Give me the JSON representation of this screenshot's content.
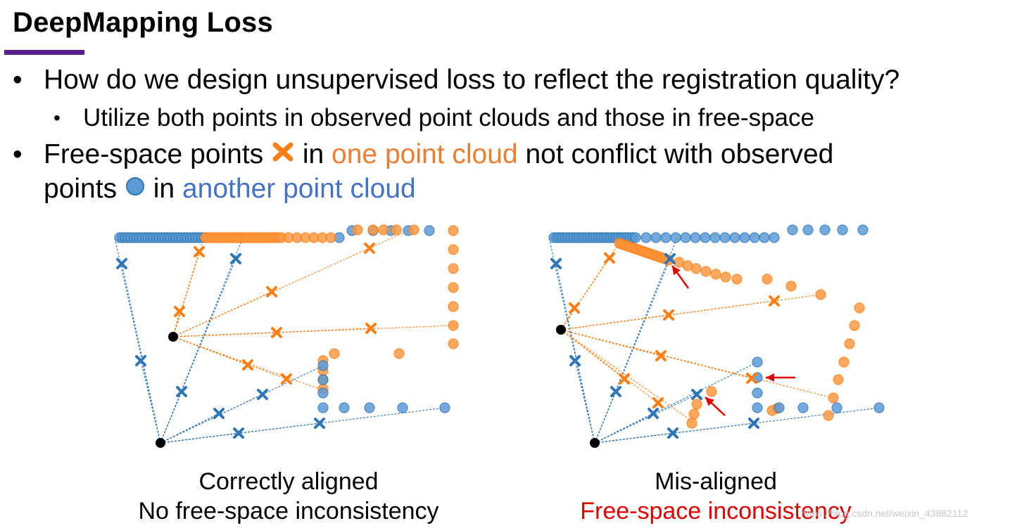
{
  "slide": {
    "title": "DeepMapping Loss",
    "bullet1": "How do we design unsupervised loss to reflect the registration quality?",
    "sub1": "Utilize both points in observed point clouds and those in free-space",
    "bullet2": {
      "part1": "Free-space points",
      "part2": "in",
      "orange_text": "one point cloud",
      "part3": "not conflict with observed",
      "part4": "points",
      "part5": "in",
      "blue_text": "another point cloud"
    },
    "free_space_icon": "orange-x-icon",
    "observed_icon": "blue-dot-icon"
  },
  "left_figure": {
    "caption_line1": "Correctly aligned",
    "caption_line2": "No free-space inconsistency"
  },
  "right_figure": {
    "caption_line1": "Mis-aligned",
    "caption_line2": "Free-space inconsistency"
  },
  "watermark": "https://blog.csdn.net/weixin_43882112",
  "colors": {
    "title_bar": "#5a1e8f",
    "orange": "#ed7d31",
    "blue": "#4472c4",
    "observed_blue": "#2e75b6",
    "free_orange": "#fd7e14",
    "red": "#e00000"
  }
}
